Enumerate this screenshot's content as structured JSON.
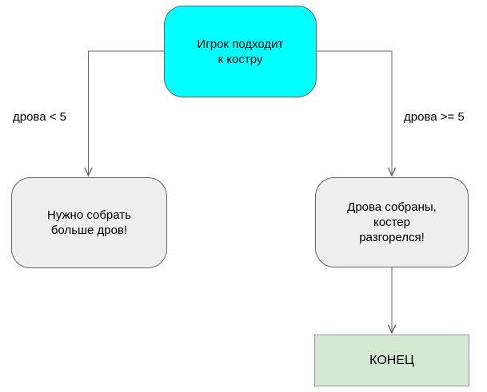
{
  "diagram": {
    "title": "campfire-flowchart",
    "background_color": "#ffffff",
    "line_color": "#666666"
  },
  "nodes": {
    "start": {
      "lines": [
        "Игрок подходит",
        "к костру"
      ],
      "fill": "#00ffff",
      "border": "#666666",
      "shape": "rounded-rectangle"
    },
    "need_wood": {
      "lines": [
        "Нужно собрать",
        "больше дров!"
      ],
      "fill": "#eeeeee",
      "border": "#666666",
      "shape": "rounded-rectangle"
    },
    "fire_lit": {
      "lines": [
        "Дрова собраны,",
        "костер",
        "разгорелся!"
      ],
      "fill": "#eeeeee",
      "border": "#666666",
      "shape": "rounded-rectangle"
    },
    "end": {
      "label": "КОНЕЦ",
      "fill": "#d5e8d4",
      "border": "#999999",
      "shape": "rectangle"
    }
  },
  "edges": {
    "left": {
      "label": "дрова < 5",
      "from": "start",
      "to": "need_wood"
    },
    "right": {
      "label": "дрова >= 5",
      "from": "start",
      "to": "fire_lit"
    },
    "bottom": {
      "label": "",
      "from": "fire_lit",
      "to": "end"
    }
  }
}
